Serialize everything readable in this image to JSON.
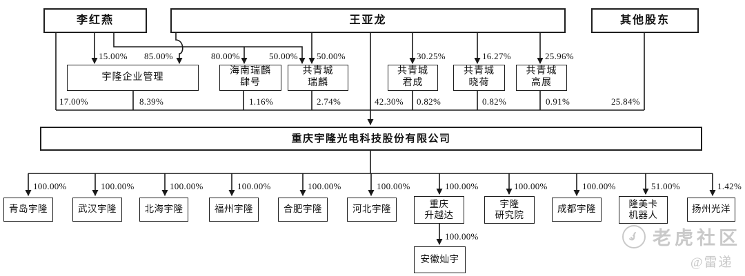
{
  "nodes": {
    "li_hongyan": "李红燕",
    "wang_yalong": "王亚龙",
    "other_shareholders": "其他股东",
    "yulong_mgmt": "宇隆企业管理",
    "hainan_ruilin4": "海南瑞麟\n肆号",
    "gqc_ruilin": "共青城\n瑞麟",
    "gqc_juncheng": "共青城\n君成",
    "gqc_xiaohe": "共青城\n晓荷",
    "gqc_gaozhan": "共青城\n高展",
    "company": "重庆宇隆光电科技股份有限公司",
    "anhui_canyu": "安徽灿宇"
  },
  "ownership": {
    "li_to_mgmt": "15.00%",
    "wang_to_mgmt": "85.00%",
    "li_to_hainan": "80.00%",
    "li_to_ruilin": "50.00%",
    "wang_to_ruilin": "50.00%",
    "wang_to_juncheng": "30.25%",
    "wang_to_xiaohe": "16.27%",
    "wang_to_gaozhan": "25.96%",
    "li_to_company": "17.00%",
    "mgmt_to_company": "8.39%",
    "hainan_to_company": "1.16%",
    "ruilin_to_company": "2.74%",
    "wang_to_company": "42.30%",
    "juncheng_to_company": "0.82%",
    "xiaohe_to_company": "0.82%",
    "gaozhan_to_company": "0.91%",
    "other_to_company": "25.84%",
    "shengyueda_to_anhui": "100.00%"
  },
  "subsidiaries": [
    {
      "name": "青岛宇隆",
      "pct": "100.00%"
    },
    {
      "name": "武汉宇隆",
      "pct": "100.00%"
    },
    {
      "name": "北海宇隆",
      "pct": "100.00%"
    },
    {
      "name": "福州宇隆",
      "pct": "100.00%"
    },
    {
      "name": "合肥宇隆",
      "pct": "100.00%"
    },
    {
      "name": "河北宇隆",
      "pct": "100.00%"
    },
    {
      "name": "重庆\n升越达",
      "pct": "100.00%"
    },
    {
      "name": "宇隆\n研究院",
      "pct": "100.00%"
    },
    {
      "name": "成都宇隆",
      "pct": "100.00%"
    },
    {
      "name": "隆美卡\n机器人",
      "pct": "51.00%"
    },
    {
      "name": "扬州光洋",
      "pct": "1.42%"
    }
  ],
  "watermark": {
    "brand": "老虎社区",
    "handle": "@雷递"
  },
  "colors": {
    "line": "#1a1a1a",
    "text": "#111111",
    "watermark": "#c9c9c9",
    "background": "#ffffff"
  }
}
